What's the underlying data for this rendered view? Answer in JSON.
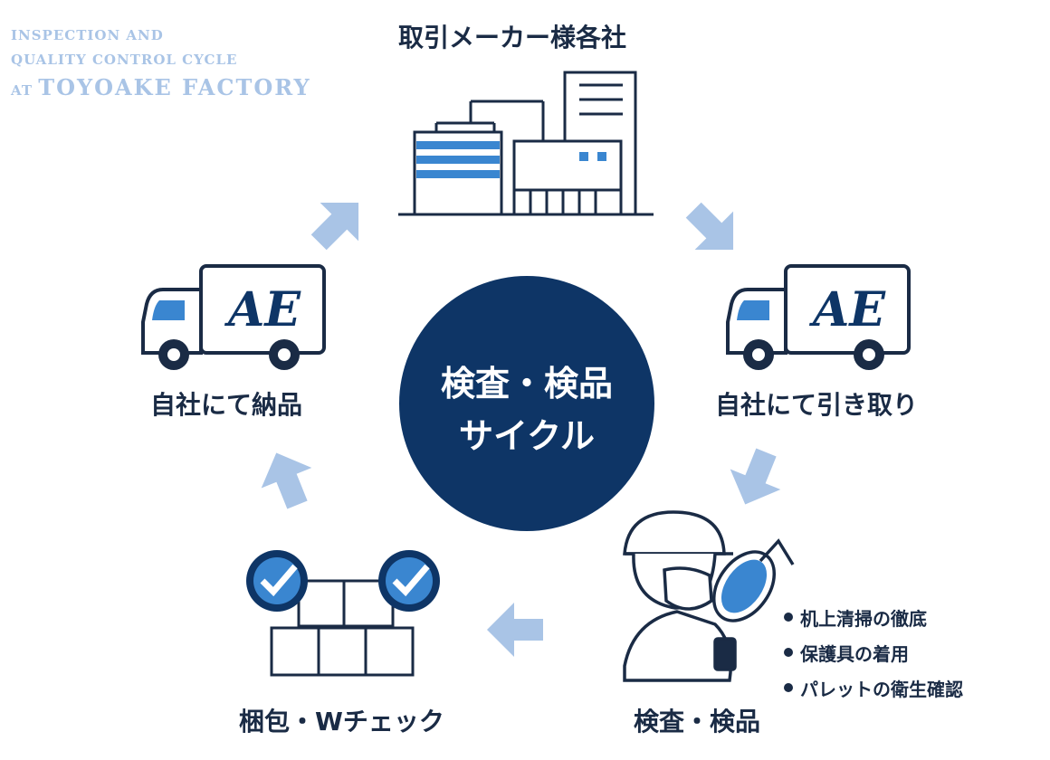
{
  "title": {
    "line1": "INSPECTION AND",
    "line2": "QUALITY CONTROL CYCLE",
    "line3_prefix": "AT ",
    "line3_main": "TOYOAKE FACTORY"
  },
  "center": {
    "line1": "検査・検品",
    "line2": "サイクル"
  },
  "steps": {
    "manufacturers": "取引メーカー様各社",
    "pickup": "自社にて引き取り",
    "inspection": "検査・検品",
    "packing": "梱包・Wチェック",
    "delivery": "自社にて納品"
  },
  "truck_logo": "AE",
  "inspection_points": [
    "机上清掃の徹底",
    "保護具の着用",
    "パレットの衛生確認"
  ],
  "colors": {
    "navy": "#0e3566",
    "dark": "#1a2b45",
    "arrow": "#a9c4e6",
    "accent": "#3a86d0"
  }
}
